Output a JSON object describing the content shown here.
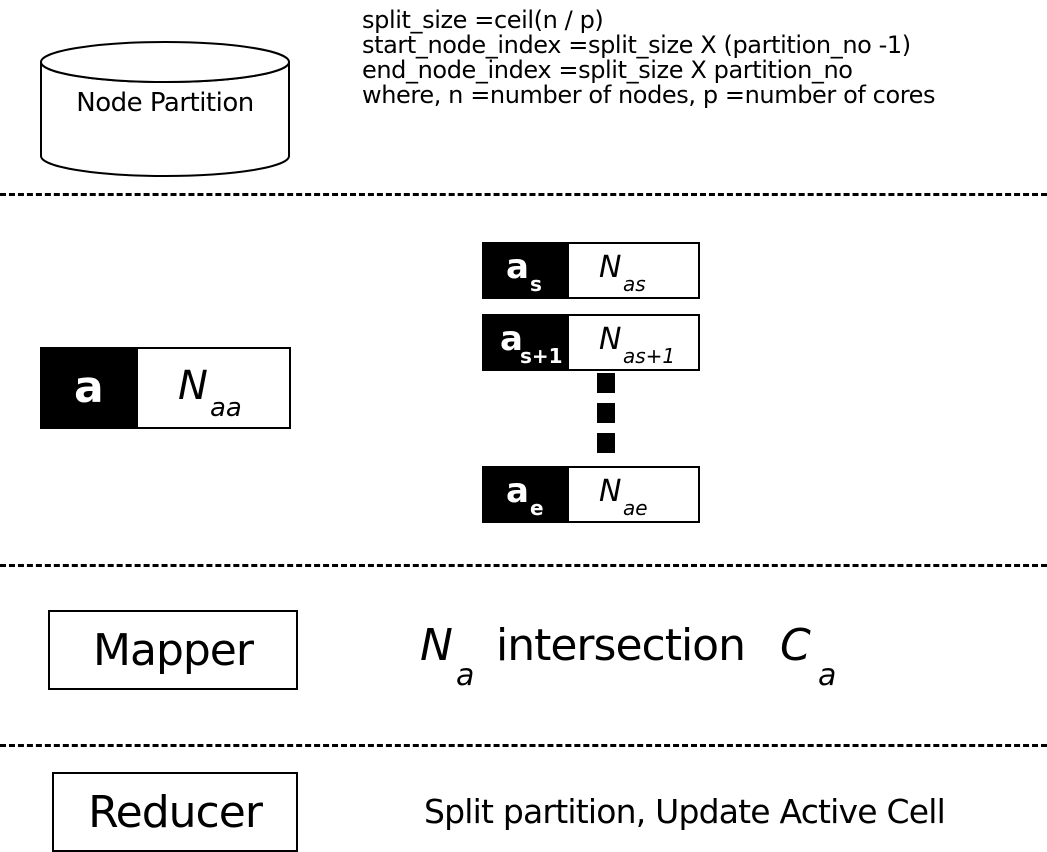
{
  "partition": {
    "label": "Node Partition"
  },
  "formulas": [
    "split_size =ceil(n / p)",
    "start_node_index =split_size X (partition_no -1)",
    "end_node_index =split_size X partition_no",
    "where, n =number of nodes, p =number of cores"
  ],
  "single_node": {
    "key": "a",
    "val": "N",
    "val_sub": "aa"
  },
  "node_list": [
    {
      "key": "a",
      "key_sub": "s",
      "val": "N",
      "val_sub": "as"
    },
    {
      "key": "a",
      "key_sub": "s+1",
      "val": "N",
      "val_sub": "as+1"
    },
    {
      "key": "a",
      "key_sub": "e",
      "val": "N",
      "val_sub": "ae"
    }
  ],
  "mapper": {
    "label": "Mapper",
    "expr_n": "N",
    "expr_n_sub": "a",
    "expr_mid": "intersection",
    "expr_c": "C",
    "expr_c_sub": "a"
  },
  "reducer": {
    "label": "Reducer",
    "description": "Split partition, Update Active Cell"
  }
}
